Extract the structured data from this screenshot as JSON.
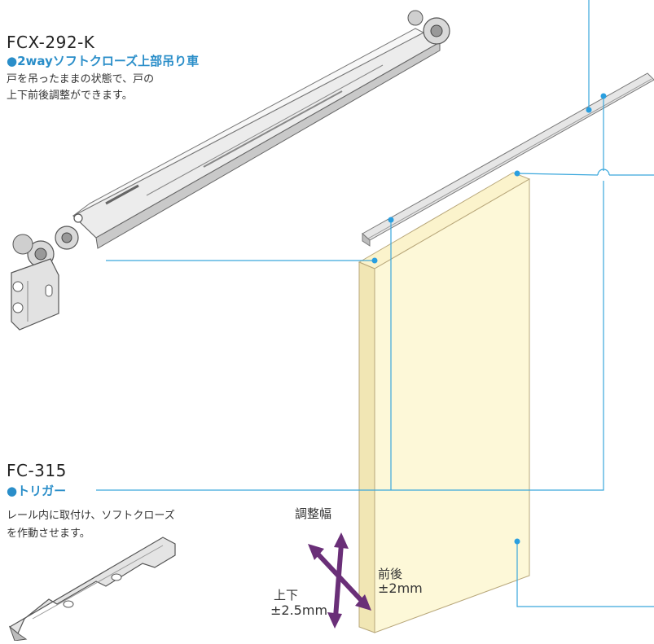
{
  "colors": {
    "accent_blue": "#2a8ec9",
    "leader_line": "#3aa7dc",
    "door_fill": "#fdf8d8",
    "door_edge": "#b8a77a",
    "arrow_purple": "#6a2f78",
    "metal": "#d5d5d5"
  },
  "hanger": {
    "model": "FCX-292-K",
    "name": "●2wayソフトクローズ上部吊り車",
    "desc_line1": "戸を吊ったままの状態で、戸の",
    "desc_line2": "上下前後調整ができます。"
  },
  "trigger": {
    "model": "FC-315",
    "name": "●トリガー",
    "desc_line1": "レール内に取付け、ソフトクローズ",
    "desc_line2": "を作動させます。"
  },
  "adjust": {
    "title": "調整幅",
    "front_back": "前後",
    "front_back_value": "±2mm",
    "up_down": "上下",
    "up_down_value": "±2.5mm"
  }
}
